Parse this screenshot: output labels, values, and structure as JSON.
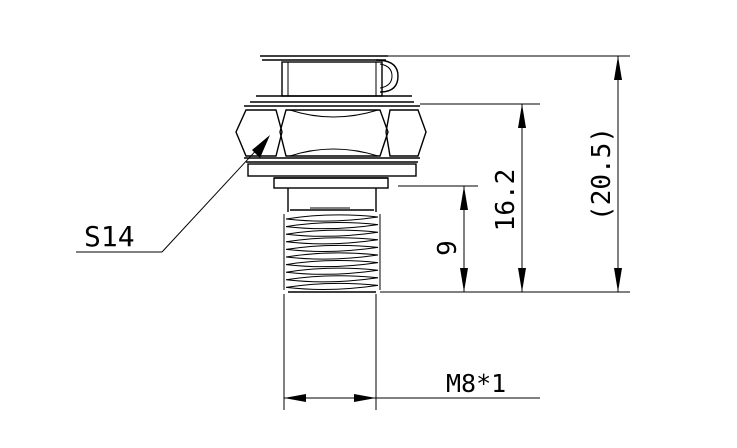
{
  "labels": {
    "hex_size": "S14",
    "thread_spec": "M8*1",
    "dim_thread_length": "9",
    "dim_body_length": "16.2",
    "dim_overall_length": "(20.5)"
  }
}
